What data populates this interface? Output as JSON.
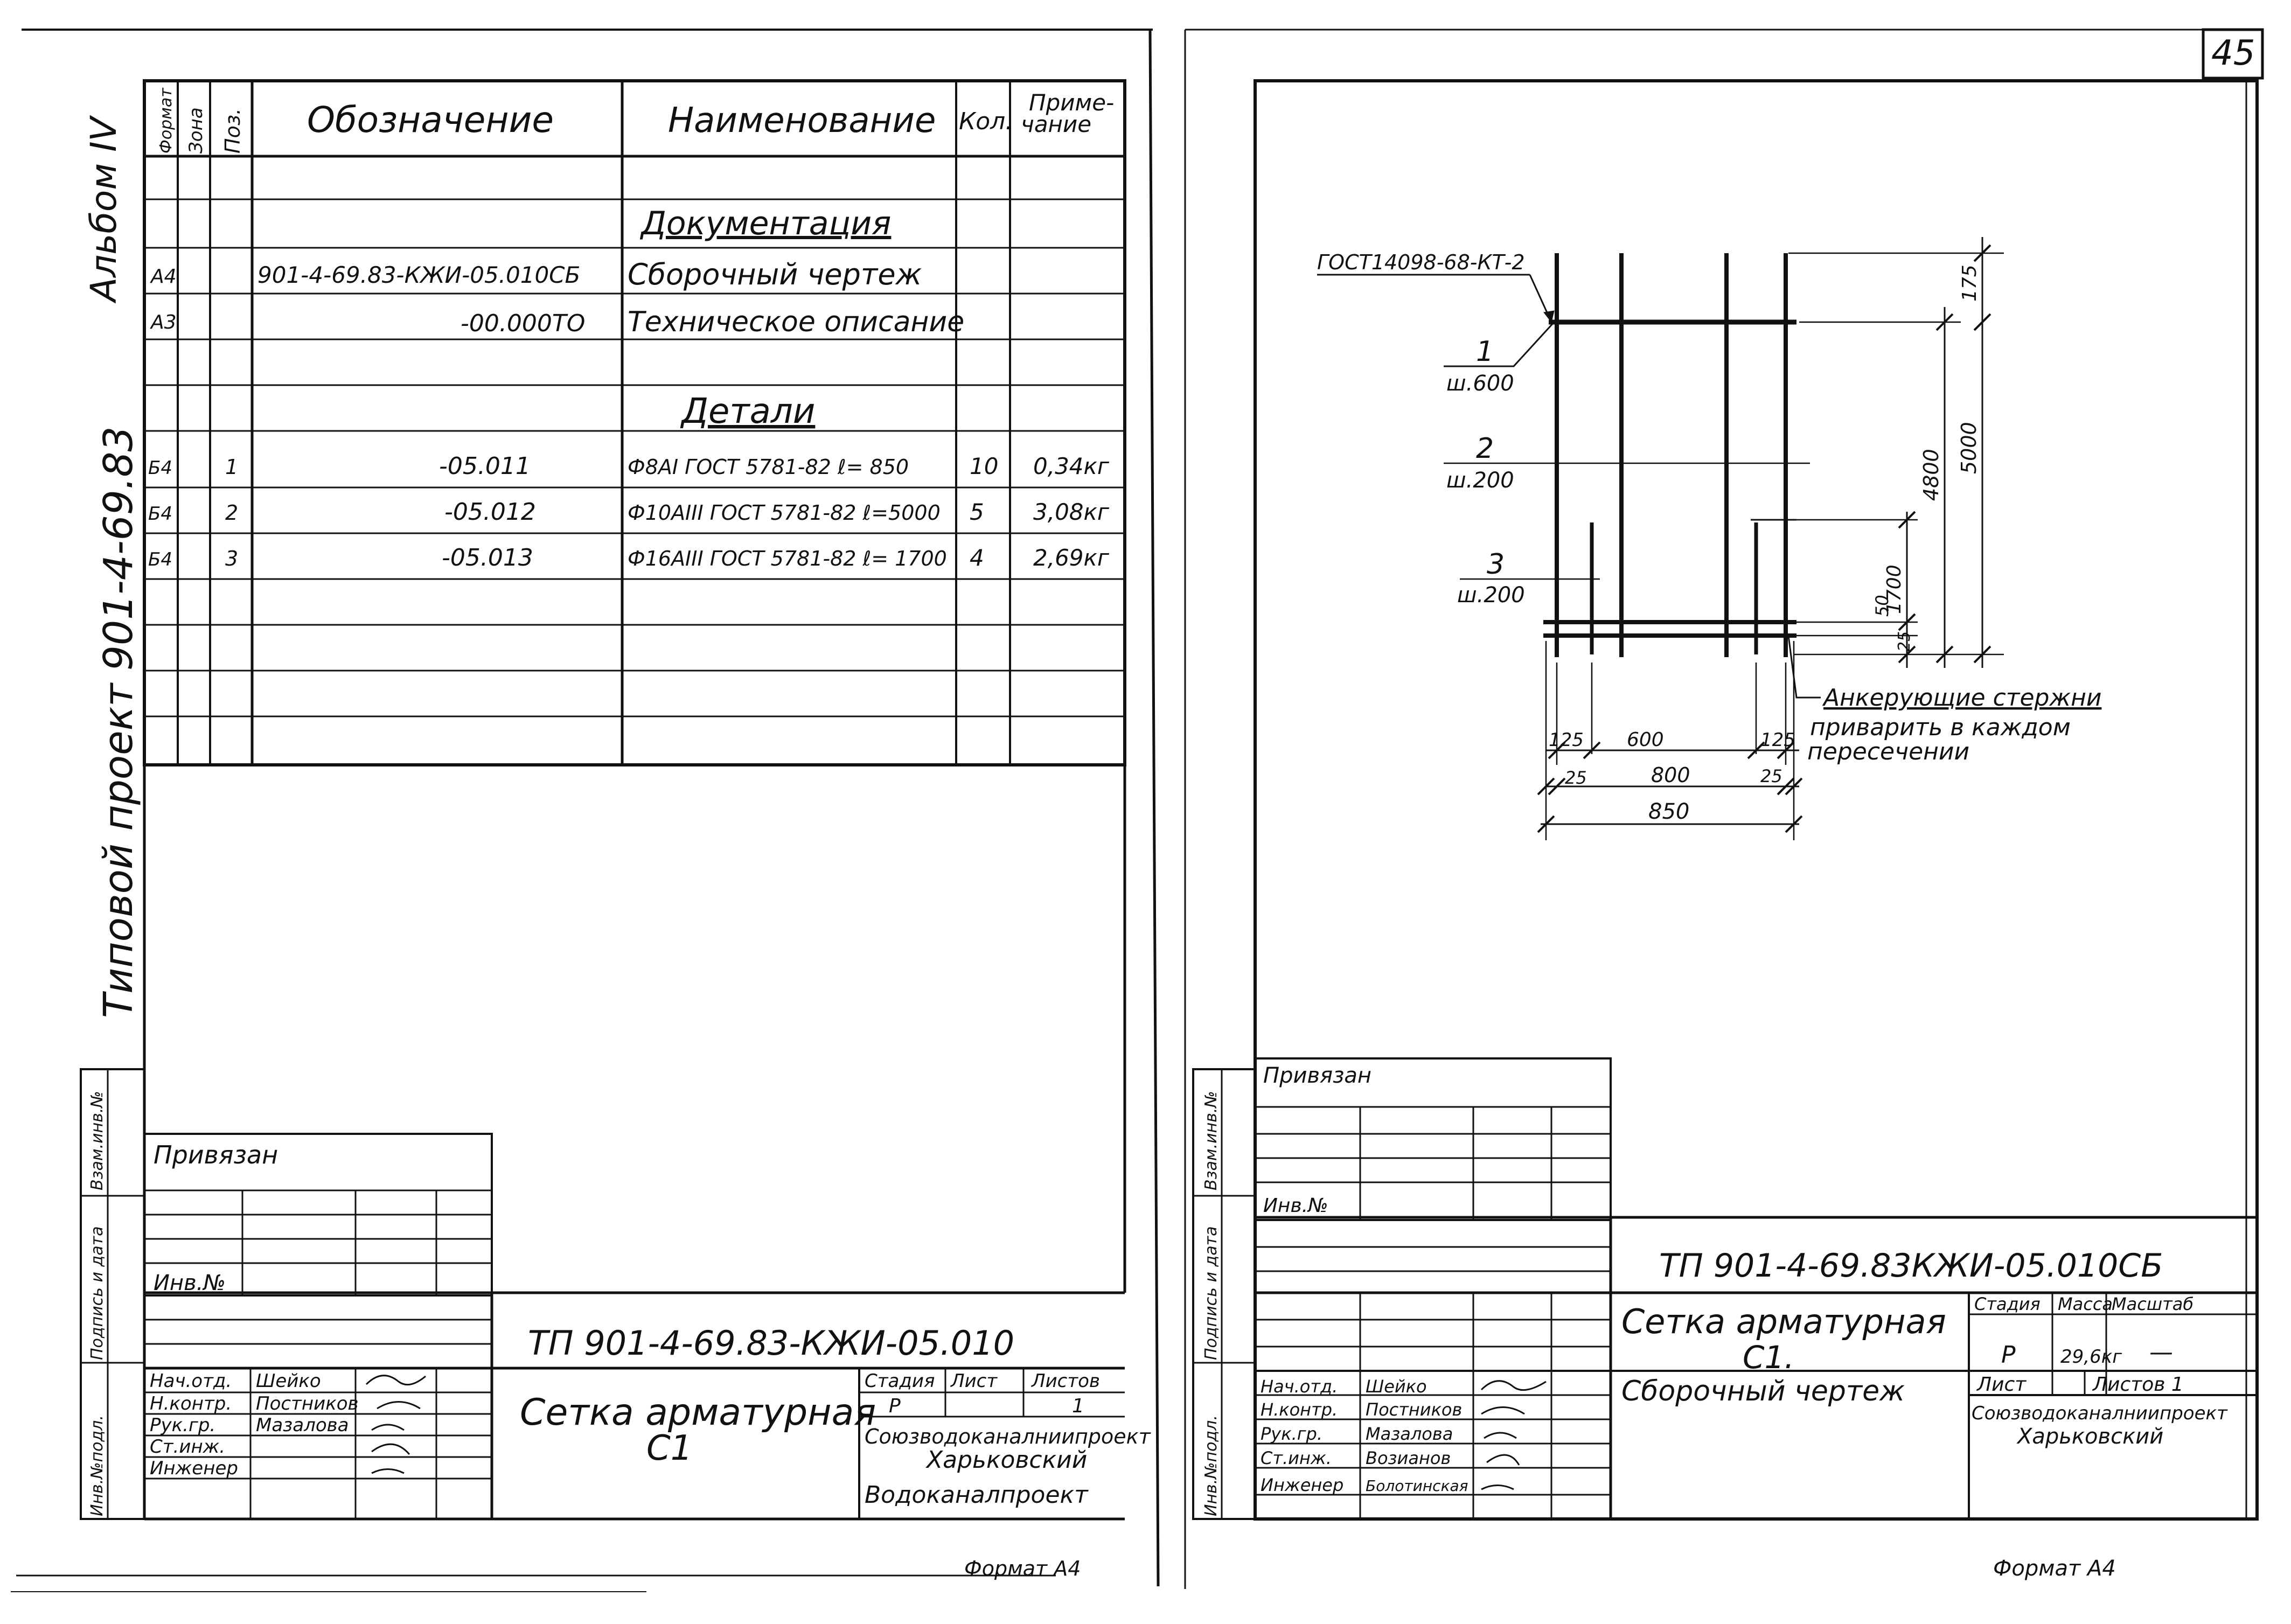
{
  "page_number": "45",
  "left_sheet": {
    "side_text": {
      "album": "Альбом IV",
      "project": "Типовой проект 901-4-69.83",
      "inv_podl": "Инв.№подл.",
      "podpis": "Подпись и дата",
      "vzam": "Взам.инв.№"
    },
    "spec_header": {
      "format": "Формат",
      "zona": "Зона",
      "poz": "Поз.",
      "oboznachenie": "Обозначение",
      "naimenovanie": "Наименование",
      "kol": "Кол.",
      "primechanie_1": "Приме-",
      "primechanie_2": "чание"
    },
    "spec_sections": {
      "documentation": "Документация",
      "details": "Детали"
    },
    "spec_rows": [
      {
        "format": "А4",
        "poz": "",
        "designation": "901-4-69.83-КЖИ-05.010СБ",
        "name": "Сборочный чертеж",
        "qty": "",
        "note": ""
      },
      {
        "format": "А3",
        "poz": "",
        "designation": "-00.000ТО",
        "name": "Техническое описание",
        "qty": "",
        "note": ""
      },
      {
        "format": "Б4",
        "poz": "1",
        "designation": "-05.011",
        "name": "Ф8АI ГОСТ 5781-82 ℓ= 850",
        "qty": "10",
        "note": "0,34кг"
      },
      {
        "format": "Б4",
        "poz": "2",
        "designation": "-05.012",
        "name": "Ф10АIII ГОСТ 5781-82 ℓ=5000",
        "qty": "5",
        "note": "3,08кг"
      },
      {
        "format": "Б4",
        "poz": "3",
        "designation": "-05.013",
        "name": "Ф16АIII ГОСТ 5781-82 ℓ= 1700",
        "qty": "4",
        "note": "2,69кг"
      }
    ],
    "title_block": {
      "privyazan": "Привязан",
      "inv_no": "Инв.№",
      "code": "ТП 901-4-69.83-КЖИ-05.010",
      "title_1": "Сетка арматурная",
      "title_2": "С1",
      "stadia": "Стадия",
      "list": "Лист",
      "listov": "Листов",
      "stadia_val": "Р",
      "listov_val": "1",
      "org_1": "Союзводоканалниипроект",
      "org_2": "Харьковский",
      "org_3": "Водоканалпроект",
      "roles": [
        "Нач.отд.",
        "Н.контр.",
        "Рук.гр.",
        "Ст.инж.",
        "Инженер"
      ],
      "names": [
        "Шейко",
        "Постников",
        "Мазалова",
        "",
        ""
      ]
    },
    "format_label": "Формат А4"
  },
  "right_sheet": {
    "drawing": {
      "gost": "ГОСТ14098-68-КТ-2",
      "rebars": [
        {
          "pos": "1",
          "spacing": "ш.600"
        },
        {
          "pos": "2",
          "spacing": "ш.200"
        },
        {
          "pos": "3",
          "spacing": "ш.200"
        }
      ],
      "dims": {
        "d175": "175",
        "d4800": "4800",
        "d5000": "5000",
        "d1700": "1700",
        "d50": "50",
        "d25v": "25",
        "d125a": "125",
        "d600": "600",
        "d125b": "125",
        "d25a": "25",
        "d800": "800",
        "d25b": "25",
        "d850": "850"
      },
      "note_1": "Анкерующие стержни",
      "note_2": "приварить в каждом",
      "note_3": "пересечении"
    },
    "side_text": {
      "inv_podl": "Инв.№подл.",
      "podpis": "Подпись и дата",
      "vzam": "Взам.инв.№"
    },
    "title_block": {
      "privyazan": "Привязан",
      "inv_no": "Инв.№",
      "code": "ТП 901-4-69.83КЖИ-05.010СБ",
      "title_1": "Сетка арматурная",
      "title_2": "С1.",
      "title_3": "Сборочный чертеж",
      "stadia": "Стадия",
      "massa": "Масса",
      "masshtab": "Масштаб",
      "stadia_val": "Р",
      "massa_val": "29,6кг",
      "masshtab_val": "—",
      "list": "Лист",
      "listov": "Листов 1",
      "org_1": "Союзводоканалниипроект",
      "org_2": "Харьковский",
      "roles": [
        "Нач.отд.",
        "Н.контр.",
        "Рук.гр.",
        "Ст.инж.",
        "Инженер"
      ],
      "names": [
        "Шейко",
        "Постников",
        "Мазалова",
        "Возианов",
        "Болотинская"
      ]
    },
    "format_label": "Формат А4"
  }
}
